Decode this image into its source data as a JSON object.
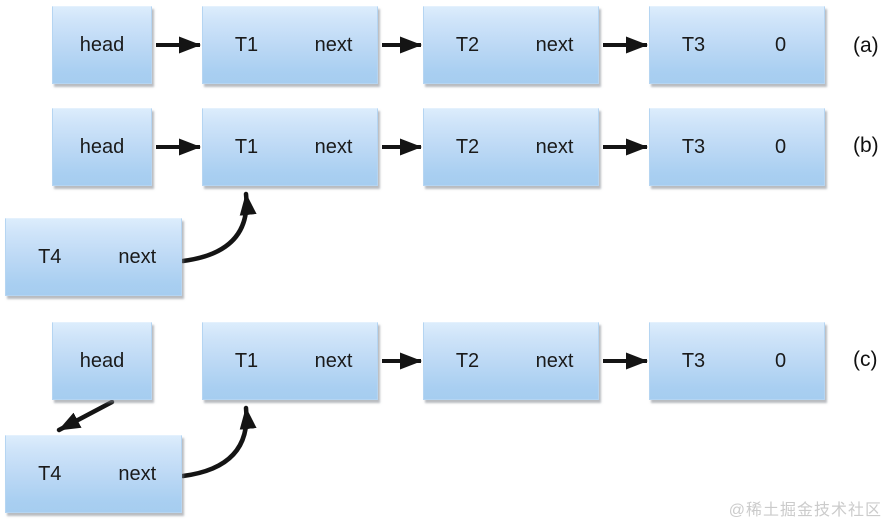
{
  "diagram": {
    "rows": [
      {
        "label": "(a)",
        "head": "head",
        "nodes": [
          {
            "data": "T1",
            "pointer": "next"
          },
          {
            "data": "T2",
            "pointer": "next"
          },
          {
            "data": "T3",
            "pointer": "0"
          }
        ]
      },
      {
        "label": "(b)",
        "head": "head",
        "nodes": [
          {
            "data": "T1",
            "pointer": "next"
          },
          {
            "data": "T2",
            "pointer": "next"
          },
          {
            "data": "T3",
            "pointer": "0"
          }
        ],
        "detached": {
          "data": "T4",
          "pointer": "next"
        }
      },
      {
        "label": "(c)",
        "head": "head",
        "nodes": [
          {
            "data": "T1",
            "pointer": "next"
          },
          {
            "data": "T2",
            "pointer": "next"
          },
          {
            "data": "T3",
            "pointer": "0"
          }
        ],
        "detached": {
          "data": "T4",
          "pointer": "next"
        }
      }
    ]
  },
  "watermark": "@稀土掘金技术社区",
  "colors": {
    "node_gradient_top": "#dcedfc",
    "node_gradient_bottom": "#a6cdf0",
    "node_border": "#b5d5f2",
    "arrow": "#141414",
    "text": "#1a1a1a",
    "watermark": "#cbcbcb",
    "background": "#ffffff"
  }
}
